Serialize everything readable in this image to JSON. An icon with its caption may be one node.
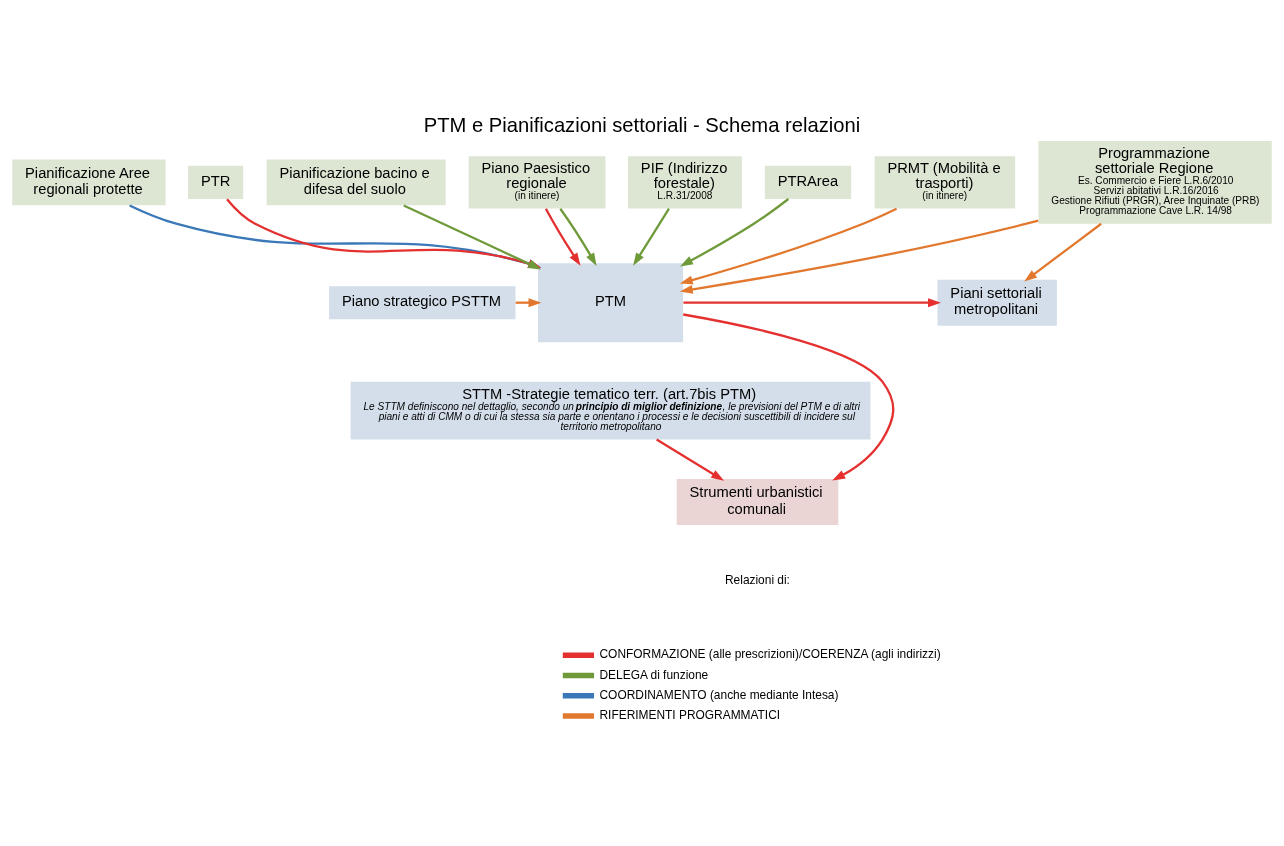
{
  "diagram": {
    "title": "PTM e Pianificazioni settoriali - Schema relazioni",
    "nodes": [
      {
        "text": [
          "Pianificazione Aree regionali protette"
        ]
      },
      {
        "text": [
          "PTR"
        ]
      },
      {
        "text": [
          "Programmazione settoriale Regione",
          "Es. Commercio e Fiere L.R.6/2010",
          "Servizi abitativi L.R.16/2016",
          "Gestione Rifiuti (PRGR), Aree Inquinate (PRB)",
          "Programmazione Cave L.R. 14/98"
        ]
      },
      {
        "text": [
          "Pianificazione bacino e difesa del suolo"
        ]
      },
      {
        "text": [
          "Piano Paesistico regionale",
          "(in itinere)"
        ]
      },
      {
        "text": [
          "PIF (Indirizzo forestale)",
          "L.R.31/2008"
        ]
      },
      {
        "text": [
          "PTRArea"
        ]
      },
      {
        "text": [
          "PRMT (Mobilità e trasporti)",
          "(in itinere)"
        ]
      },
      {
        "text": [
          "PTM"
        ]
      },
      {
        "text": [
          "Piano strategico PSTTM"
        ]
      },
      {
        "text": [
          "Piani settoriali metropolitani"
        ]
      },
      {
        "text": [
          "STTM -Strategie tematico terr. (art.7bis PTM)",
          "Le STTM definiscono nel dettaglio, secondo un **principio di miglior definizione**, le previsioni del PTM e di altri piani e atti di CMM o di cui la stessa sia parte e orientano i processi e le decisioni suscettibili di incidere sul territorio metropolitano"
        ]
      },
      {
        "text": [
          "Strumenti urbanistici comunali"
        ]
      }
    ],
    "edges": [
      {
        "from": 0,
        "to": 8,
        "arrow": "to",
        "color": "#3b78b8"
      },
      {
        "from": 1,
        "to": 8,
        "arrow": "to"
      },
      {
        "from": 3,
        "to": 8,
        "arrow": "to",
        "color": "#6f9a3a"
      },
      {
        "from": 4,
        "to": 8,
        "arrow": "to"
      },
      {
        "from": 4,
        "to": 8,
        "arrow": "to",
        "color": "#6f9a3a"
      },
      {
        "from": 5,
        "to": 8,
        "arrow": "to",
        "color": "#6f9a3a"
      },
      {
        "from": 6,
        "to": 8,
        "arrow": "to",
        "color": "#6f9a3a"
      },
      {
        "from": 2,
        "to": 8,
        "arrow": "to",
        "color": "#e2782e"
      },
      {
        "from": 7,
        "to": 8,
        "arrow": "to",
        "color": "#e2782e"
      },
      {
        "from": 9,
        "to": 8,
        "arrow": "to",
        "color": "#e2782e"
      },
      {
        "from": 2,
        "to": 10,
        "arrow": "to",
        "color": "#e2782e"
      },
      {
        "from": 8,
        "to": 10,
        "arrow": "to"
      },
      {
        "from": 8,
        "to": 12,
        "arrow": "to"
      },
      {
        "from": 11,
        "to": 12,
        "arrow": "to"
      }
    ],
    "labels": [
      "Relazioni di:"
    ],
    "legend": [
      {
        "text": "CONFORMAZIONE (alle prescrizioni)/COERENZA (agli indirizzi)",
        "color": "#e53030"
      },
      {
        "text": "DELEGA di funzione",
        "color": "#6f9a3a"
      },
      {
        "text": "COORDINAMENTO (anche mediante Intesa)",
        "color": "#3b78b8"
      },
      {
        "text": "RIFERIMENTI PROGRAMMATICI",
        "color": "#e2782e"
      }
    ]
  }
}
